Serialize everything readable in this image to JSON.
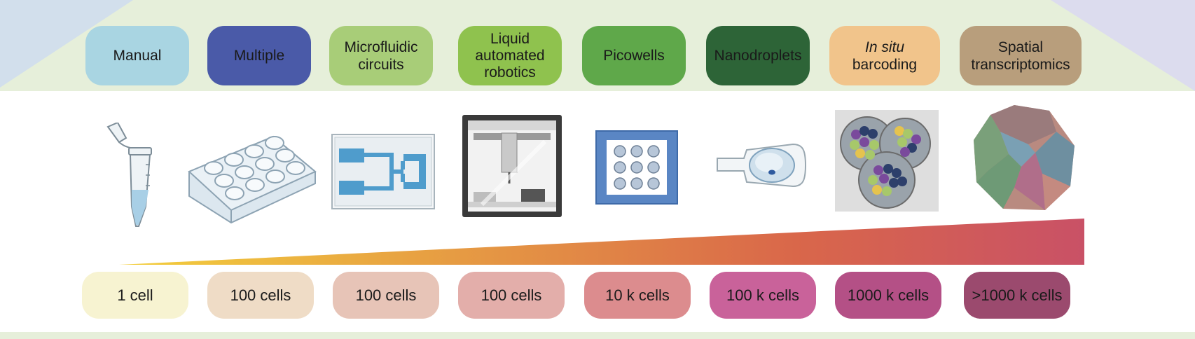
{
  "methods": [
    {
      "label": "Manual",
      "color": "#a9d5e2"
    },
    {
      "label": "Multiple",
      "color": "#4a5aa8"
    },
    {
      "label": "Microfluidic\ncircuits",
      "color": "#a8cd78"
    },
    {
      "label": "Liquid\nautomated\nrobotics",
      "color": "#8fc24e"
    },
    {
      "label": "Picowells",
      "color": "#5fa84a"
    },
    {
      "label": "Nanodroplets",
      "color": "#2d6437"
    },
    {
      "label_italic": "In situ",
      "label": "barcoding",
      "color": "#f1c48b"
    },
    {
      "label": "Spatial\ntranscriptomics",
      "color": "#b89e7c"
    }
  ],
  "throughput": [
    {
      "label": "1 cell",
      "color": "#f7f3d1"
    },
    {
      "label": "100 cells",
      "color": "#efdcc6"
    },
    {
      "label": "100 cells",
      "color": "#e7c4b7"
    },
    {
      "label": "100 cells",
      "color": "#e3aeaa"
    },
    {
      "label": "10 k cells",
      "color": "#dc8c8e"
    },
    {
      "label": "100 k cells",
      "color": "#c9629a"
    },
    {
      "label": "1000 k cells",
      "color": "#b45086"
    },
    {
      "label": ">1000 k cells",
      "color": "#9b4a6e"
    }
  ],
  "illustrations": [
    {
      "icon": "microcentrifuge-tube-icon"
    },
    {
      "icon": "multiwell-plate-icon"
    },
    {
      "icon": "microfluidic-chip-icon"
    },
    {
      "icon": "liquid-handling-robot-icon"
    },
    {
      "icon": "picowell-array-icon"
    },
    {
      "icon": "nanodroplet-icon"
    },
    {
      "icon": "in-situ-barcoding-icon"
    },
    {
      "icon": "spatial-array-icon"
    }
  ],
  "gradient": {
    "start_color": "#f3cf3c",
    "mid_color": "#d9674a",
    "end_color": "#c95166"
  }
}
